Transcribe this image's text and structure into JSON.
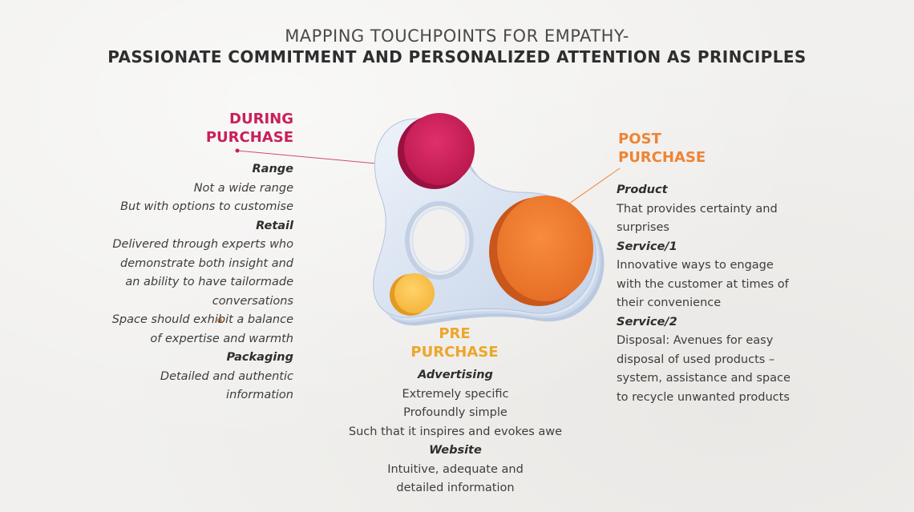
{
  "title": {
    "line1": "MAPPING TOUCHPOINTS FOR EMPATHY-",
    "line2": "PASSIONATE COMMITMENT AND PERSONALIZED ATTENTION AS PRINCIPLES"
  },
  "during": {
    "heading_line1": "DURING",
    "heading_line2": "PURCHASE",
    "color": "#c91f5a",
    "range_title": "Range",
    "range_lines": [
      "Not a wide range",
      "But with options to customise"
    ],
    "retail_title": "Retail",
    "retail_lines": [
      "Delivered through experts who",
      "demonstrate both insight and",
      "an ability to have tailormade",
      "conversations",
      "Space should exhibit a balance",
      "of expertise and warmth"
    ],
    "packaging_title": "Packaging",
    "packaging_lines": [
      "Detailed and authentic",
      "information"
    ]
  },
  "post": {
    "heading_line1": "POST",
    "heading_line2": "PURCHASE",
    "color": "#ee8434",
    "product_title": "Product",
    "product_lines": [
      "That provides certainty and",
      "surprises"
    ],
    "service1_title": "Service/1",
    "service1_lines": [
      "Innovative ways to engage",
      "with the customer at times of",
      "their convenience"
    ],
    "service2_title": "Service/2",
    "service2_lines": [
      "Disposal: Avenues for easy",
      "disposal of used products –",
      "system, assistance and space",
      "to recycle unwanted products"
    ]
  },
  "pre": {
    "heading_line1": "PRE",
    "heading_line2": "PURCHASE",
    "color": "#eca62a",
    "advertising_title": "Advertising",
    "advertising_lines": [
      "Extremely specific",
      "Profoundly simple",
      "Such that it inspires and evokes awe"
    ],
    "website_title": "Website",
    "website_lines": [
      "Intuitive, adequate and",
      "detailed information"
    ]
  }
}
